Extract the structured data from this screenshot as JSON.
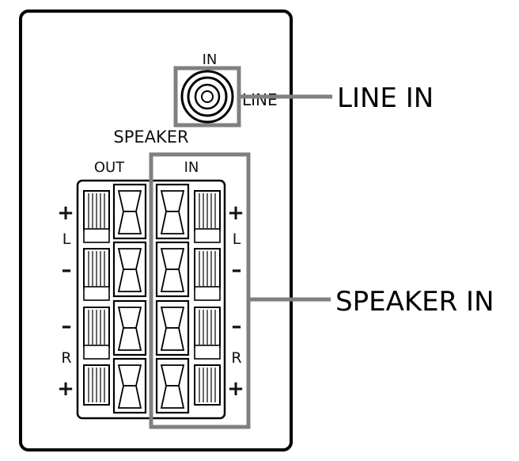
{
  "panel": {
    "line_jack": {
      "top_label": "IN",
      "side_label": "LINE"
    },
    "speaker": {
      "title": "SPEAKER",
      "out_label": "OUT",
      "in_label": "IN",
      "left_side": {
        "plus": "+",
        "channel": "L",
        "minus": "–"
      },
      "right_side": {
        "minus": "–",
        "channel": "R",
        "plus": "+"
      }
    }
  },
  "callouts": {
    "line_in": "LINE IN",
    "speaker_in": "SPEAKER IN"
  },
  "colors": {
    "outline": "#000000",
    "highlight": "#808080",
    "background": "#ffffff"
  }
}
